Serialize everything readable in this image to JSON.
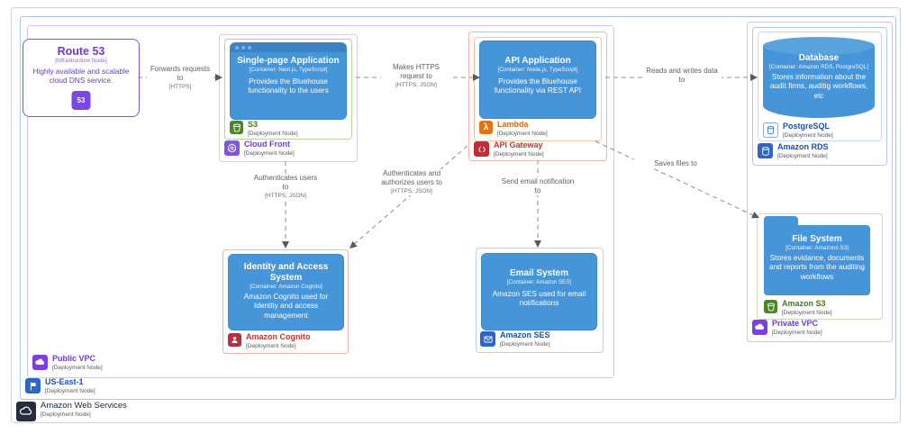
{
  "nodes": {
    "route53": {
      "title": "Route 53",
      "subtitle": "[Infrastructure Node]",
      "description": "Highly available and scalable cloud DNS service."
    },
    "spa": {
      "title": "Single-page Application",
      "subtitle": "[Container: Next.js, TypeScript]",
      "description": "Provides the Bluehouse functionality to the users"
    },
    "api_application": {
      "title": "API Application",
      "subtitle": "[Container: Node.js, TypeScript]",
      "description": "Provides the Bluehouse functionality via REST API"
    },
    "identity_system": {
      "title": "Identity and Access System",
      "subtitle": "[Container: Amazon Cognito]",
      "description": "Amazon Cognito used for Identity and access management"
    },
    "email_system": {
      "title": "Email System",
      "subtitle": "[Container: Amazon SES]",
      "description": "Amazon SES used for email notifications"
    },
    "database": {
      "title": "Database",
      "subtitle": "[Container: Amazon RDS, PostgreSQL]",
      "description": "Stores information about the audit firms, auditig workflows, etc"
    },
    "file_system": {
      "title": "File System",
      "subtitle": "[Container: Amazons S3]",
      "description": "Stores evidance, documents and reports from the auditing workflows"
    }
  },
  "deployment_nodes": {
    "s3": {
      "label": "S3",
      "type": "[Deployment Node]"
    },
    "cloud_front": {
      "label": "Cloud Front",
      "type": "[Deployment Node]"
    },
    "lambda": {
      "label": "Lambda",
      "type": "[Deployment Node]"
    },
    "api_gateway": {
      "label": "API Gateway",
      "type": "[Deployment Node]"
    },
    "amazon_cognito": {
      "label": "Amazon Cognito",
      "type": "[Deployment Node]"
    },
    "amazon_ses": {
      "label": "Amazon SES",
      "type": "[Deployment Node]"
    },
    "postgresql": {
      "label": "PostgreSQL",
      "type": "[Deployment Node]"
    },
    "amazon_rds": {
      "label": "Amazon RDS",
      "type": "[Deployment Node]"
    },
    "amazon_s3": {
      "label": "Amazon S3",
      "type": "[Deployment Node]"
    },
    "public_vpc": {
      "label": "Public VPC",
      "type": "[Deployment Node]"
    },
    "private_vpc": {
      "label": "Private VPC",
      "type": "[Deployment Node]"
    },
    "us_east_1": {
      "label": "US-East-1",
      "type": "[Deployment Node]"
    },
    "aws": {
      "label": "Amazon Web Services",
      "type": "[Deployment Node]"
    }
  },
  "edges": {
    "forwards": {
      "label": "Forwards requests to",
      "protocol": "[HTTPS]"
    },
    "https_request": {
      "label": "Makes HTTPS request to",
      "protocol": "[HTTPS, JSON]"
    },
    "reads_writes": {
      "label": "Reads and writes data to",
      "protocol": ""
    },
    "authenticates": {
      "label": "Authenticates users to",
      "protocol": "[HTTPS, JSON]"
    },
    "authorizes": {
      "label": "Authenticates and authorizes users to",
      "protocol": "[HTTPS, JSON]"
    },
    "send_email": {
      "label": "Send email notification to",
      "protocol": ""
    },
    "saves_files": {
      "label": "Saves files to",
      "protocol": ""
    }
  },
  "icons": {
    "route53_badge": "53",
    "lambda_glyph": "λ"
  },
  "colors": {
    "container_blue": "#4695d8",
    "purple": "#6f3cc9",
    "green": "#3f7a1d",
    "orange": "#d4690b",
    "red": "#c23434",
    "navy": "#1d4fae",
    "aws_dark": "#232f3e"
  }
}
